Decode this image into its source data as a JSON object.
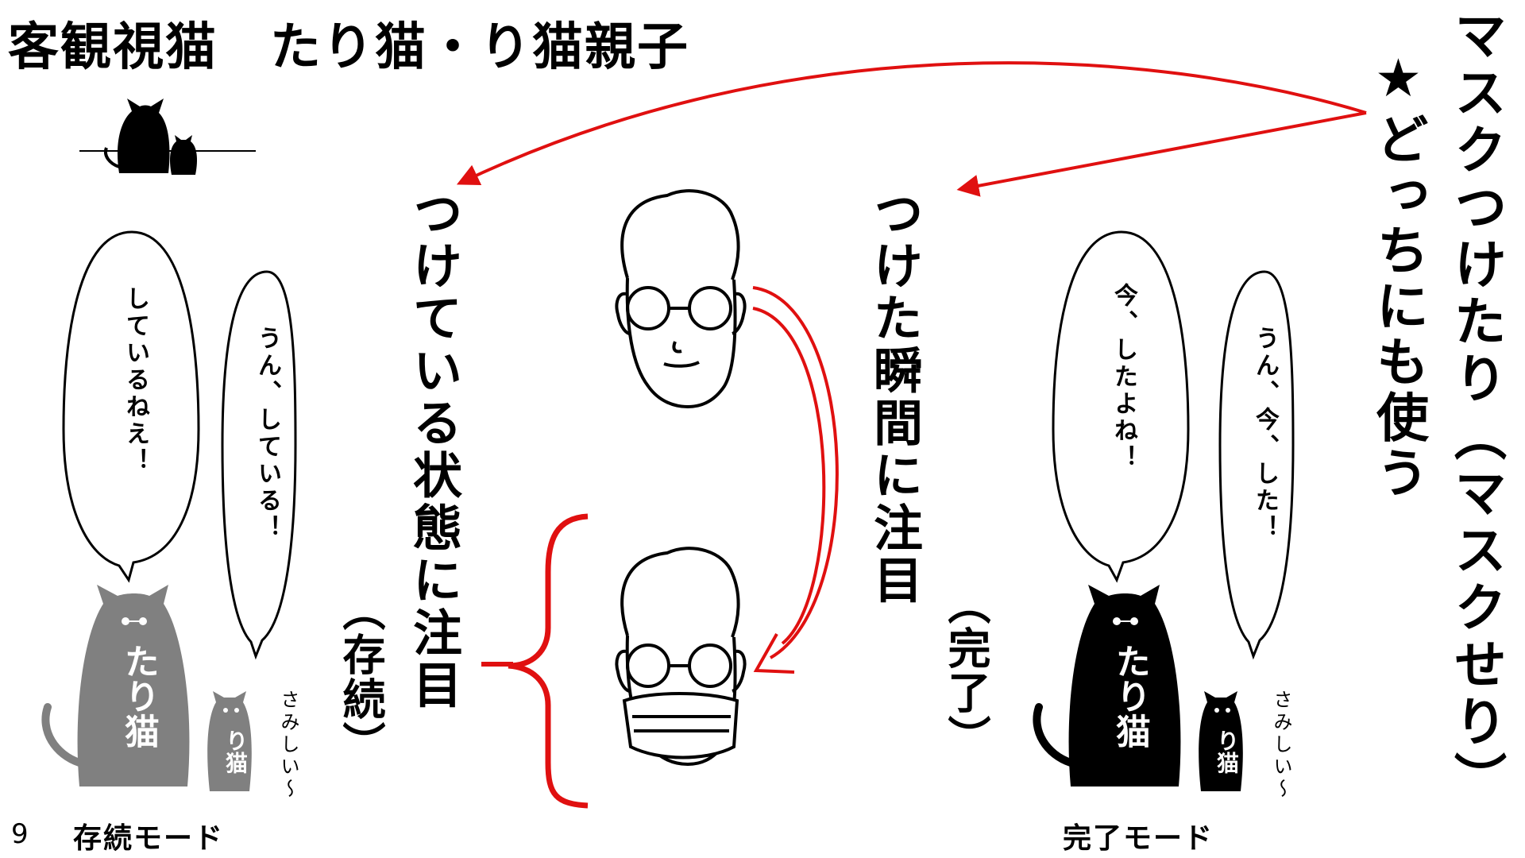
{
  "title": "客観視猫　たり猫・り猫親子",
  "headline": "マスクつけたり（マスクせり）",
  "headline_note": "★どっちにも使う",
  "left_label": "つけている状態に注目",
  "left_sub": "（存続）",
  "right_label": "つけた瞬間に注目",
  "right_sub": "（完了）",
  "left_big_bubble": "しているねえ！",
  "left_small_bubble": "うん、している！",
  "right_big_bubble": "今、したよね！",
  "right_small_bubble": "うん、今、した！",
  "big_cat_name": "たり猫",
  "small_cat_name": "り猫",
  "lonely": "さみしい〜",
  "left_mode": "存続モード",
  "right_mode": "完了モード",
  "page_number": "9",
  "colors": {
    "accent_red": "#e01010",
    "tari_grey": "#808080",
    "tari_black": "#000000"
  },
  "icons": [
    "face-icon",
    "masked-face-icon",
    "cat-silhouette-icon"
  ]
}
